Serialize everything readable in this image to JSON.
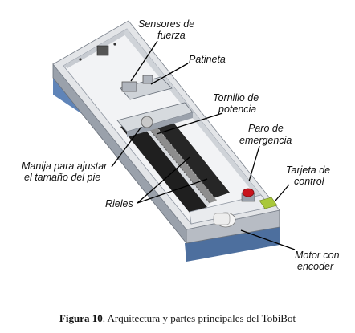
{
  "labels": {
    "sensores_1": "Sensores de",
    "sensores_2": "fuerza",
    "patineta": "Patineta",
    "tornillo_1": "Tornillo de",
    "tornillo_2": "potencia",
    "paro_1": "Paro de",
    "paro_2": "emergencia",
    "manija_1": "Manija para ajustar",
    "manija_2": "el tamaño del pie",
    "tarjeta_1": "Tarjeta de",
    "tarjeta_2": "control",
    "rieles": "Rieles",
    "motor_1": "Motor con",
    "motor_2": "encoder"
  },
  "caption": {
    "number": "Figura 10",
    "text": ". Arquitectura y partes principales del TobiBot"
  },
  "colors": {
    "frame_top": "#dcdee2",
    "frame_side": "#8f96a1",
    "base_blue": "#5f84b8",
    "slot": "#1f1f1f",
    "button_red": "#c8141c",
    "pcb_green": "#a9c83a"
  }
}
